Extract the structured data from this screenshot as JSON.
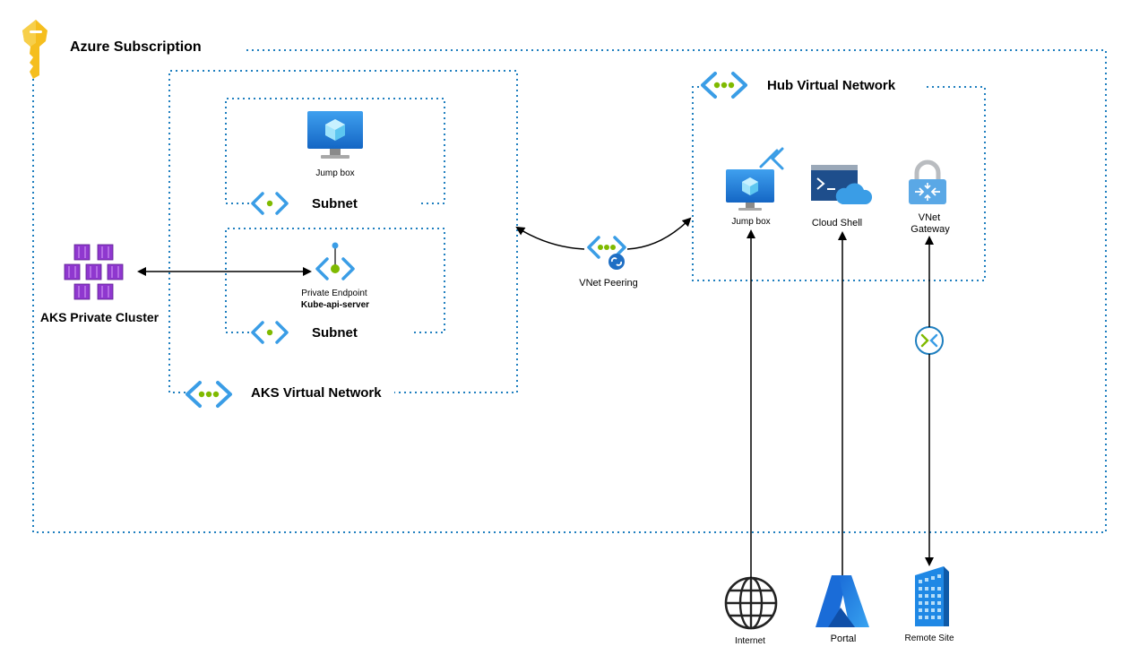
{
  "subscription": {
    "title": "Azure Subscription"
  },
  "aks_vnet": {
    "title": "AKS Virtual Network",
    "subnet_top": {
      "label": "Subnet",
      "jumpbox_label": "Jump box"
    },
    "subnet_bottom": {
      "label": "Subnet",
      "endpoint_line1": "Private Endpoint",
      "endpoint_line2": "Kube-api-server"
    }
  },
  "aks_cluster": {
    "label": "AKS Private Cluster"
  },
  "peering": {
    "label": "VNet Peering"
  },
  "hub_vnet": {
    "title": "Hub Virtual Network",
    "jumpbox_label": "Jump box",
    "cloudshell_label": "Cloud Shell",
    "gateway_line1": "VNet",
    "gateway_line2": "Gateway"
  },
  "external": {
    "internet_label": "Internet",
    "portal_label": "Portal",
    "remote_site_label": "Remote Site"
  },
  "colors": {
    "dotted_border": "#1f7fbf",
    "azure_blue": "#1f88e5",
    "aks_purple": "#8f37cf",
    "key_yellow": "#f5be1e",
    "vnet_green": "#7fba00"
  }
}
